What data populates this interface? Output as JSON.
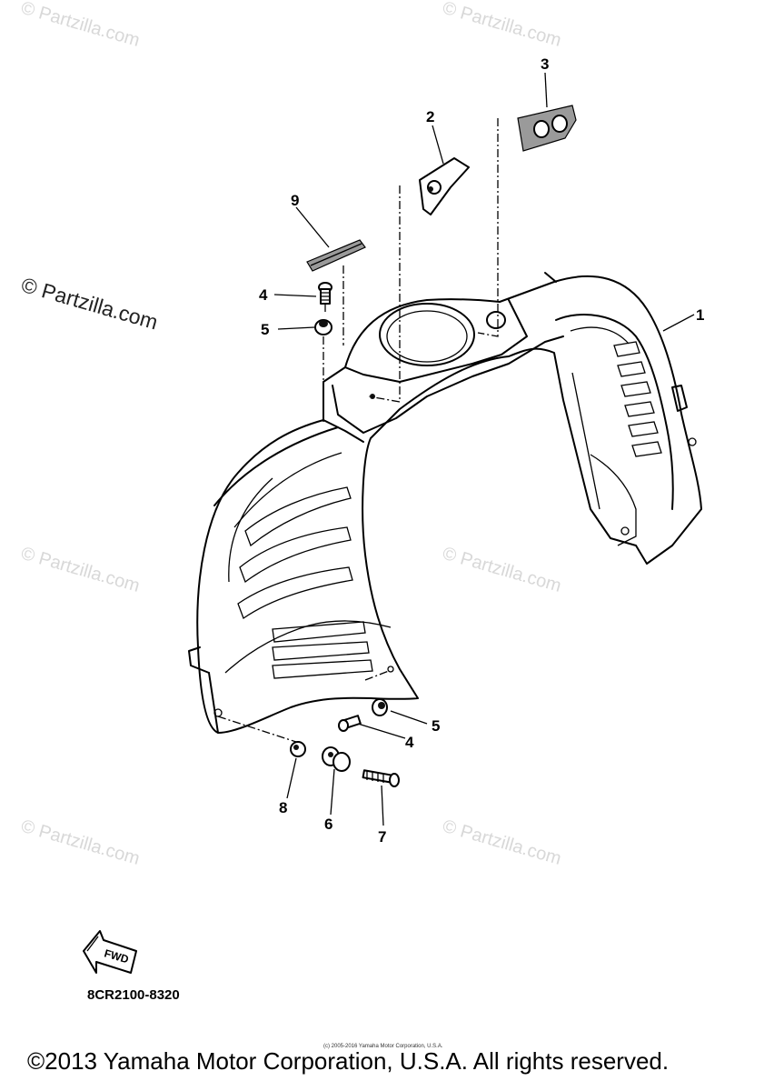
{
  "watermarks": {
    "tile": "© Partzilla.com",
    "prominent": "© Partzilla.com"
  },
  "callouts": [
    "1",
    "2",
    "3",
    "4",
    "5",
    "5",
    "4",
    "6",
    "7",
    "8",
    "9"
  ],
  "fwd_arrow": {
    "label": "FWD"
  },
  "part_code": "8CR2100-8320",
  "small_copyright": "(c) 2005-2016 Yamaha Motor Corporation, U.S.A.",
  "copyright": "©2013 Yamaha Motor Corporation, U.S.A. All rights reserved."
}
